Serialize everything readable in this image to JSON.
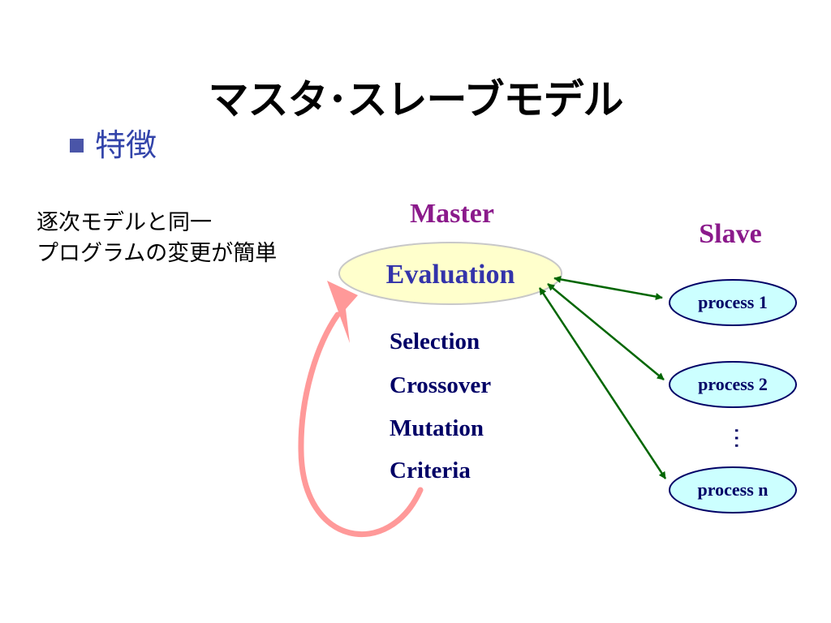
{
  "slide": {
    "title": "マスタ･スレーブモデル",
    "bullet": "特徴",
    "description": [
      "逐次モデルと同一",
      "プログラムの変更が簡単"
    ]
  },
  "diagram": {
    "master_label": "Master",
    "slave_label": "Slave",
    "evaluation": "Evaluation",
    "steps": [
      "Selection",
      "Crossover",
      "Mutation",
      "Criteria"
    ],
    "processes": [
      "process 1",
      "process 2",
      "process n"
    ],
    "ellipsis": "…",
    "colors": {
      "master_label": "#8b1a8b",
      "slave_label": "#8b1a8b",
      "evaluation_text": "#3333aa",
      "evaluation_fill": "#ffffcc",
      "evaluation_stroke": "#c8c8c8",
      "process_fill": "#ccffff",
      "process_stroke": "#000066",
      "process_text": "#000066",
      "step_text": "#000066",
      "connector": "#006600",
      "loop_arrow": "#ff9999"
    }
  }
}
